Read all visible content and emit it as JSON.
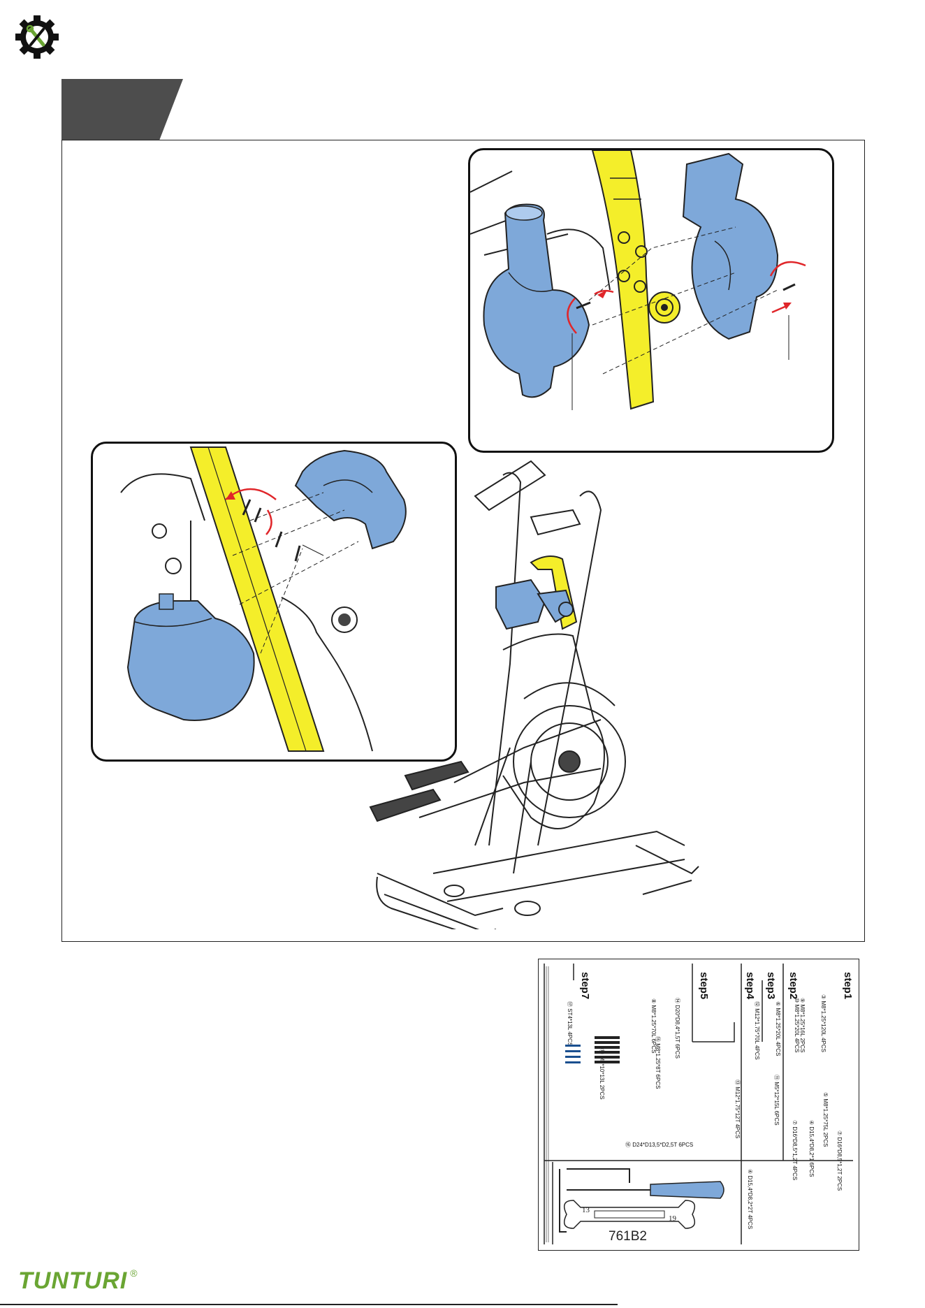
{
  "brand": {
    "name": "TUNTURI",
    "reg_mark": "®",
    "color": "#6aa533"
  },
  "colors": {
    "highlight_yellow": "#f4ee2a",
    "part_blue": "#7ea8d9",
    "step_tab": "#4d4d4d"
  },
  "icons": {
    "header_logo": "gear-wrench-screwdriver-icon",
    "rotate": "curved-arrow-icon"
  },
  "parts_sheet": {
    "steps": [
      {
        "label": "step1",
        "items": [
          "③ M8*1.25*120L  4PCS",
          "⑤ M8*1.25*75L  2PCS",
          "⑦ D16*D8,5*1,2T  2PCS",
          "④ D15,4*D8,2*1  6PCS"
        ]
      },
      {
        "label": "step2",
        "items": [
          "⑨ M8*1.25*16L  2PCS",
          "⑩ M8*1.25*20L  4PCS",
          "⑦ D16*D8,5*1,2T  4PCS"
        ]
      },
      {
        "label": "step3",
        "items": [
          "⑥ M8*1.25*20L  4PCS",
          "⑪ M5*12*15L  6PCS"
        ]
      },
      {
        "label": "step4",
        "items": [
          "⑫ M12*1.75*70L  4PCS",
          "⑬ M12*1.75*12T  4PCS"
        ]
      },
      {
        "label": "step5",
        "items": [
          "⑭ D20*D8,4*1,5T  6PCS",
          "⑧ M8*1.25*70L  6PCS",
          "⑮ M8*1.25*8T  6PCS",
          "⑯ D24*D13,5*D2,5T  6PCS"
        ]
      },
      {
        "label": "step7",
        "items": [
          "⑰ ST4*13L  4PCS",
          "⑱ M5*10*13L  2PCS"
        ]
      }
    ],
    "tools": {
      "item": "④ D15,4*D8,2*2T  4PCS",
      "wrench_left": "13",
      "wrench_right": "19",
      "model_code": "761B2"
    }
  }
}
